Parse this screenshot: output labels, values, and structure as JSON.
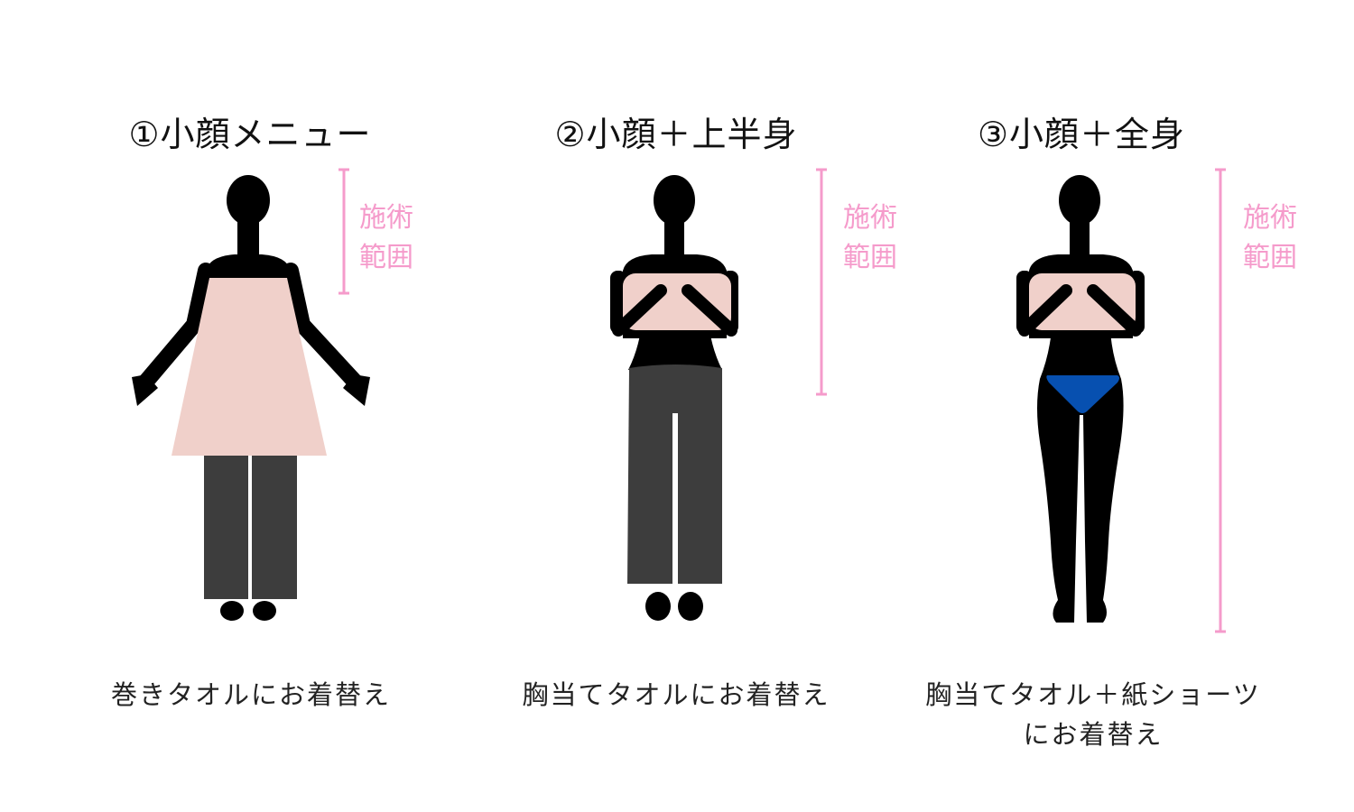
{
  "colors": {
    "silhouette": "#000000",
    "towel": "#f0d0ca",
    "pants": "#3d3d3d",
    "shorts": "#0750b0",
    "range": "#f59bcb"
  },
  "panels": [
    {
      "title": "①小顔メニュー",
      "range_label_1": "施術",
      "range_label_2": "範囲",
      "caption_1": "巻きタオルにお着替え"
    },
    {
      "title": "②小顔＋上半身",
      "range_label_1": "施術",
      "range_label_2": "範囲",
      "caption_1": "胸当てタオルにお着替え"
    },
    {
      "title": "③小顔＋全身",
      "range_label_1": "施術",
      "range_label_2": "範囲",
      "caption_1": "胸当てタオル＋紙ショーツ",
      "caption_2": "にお着替え"
    }
  ]
}
